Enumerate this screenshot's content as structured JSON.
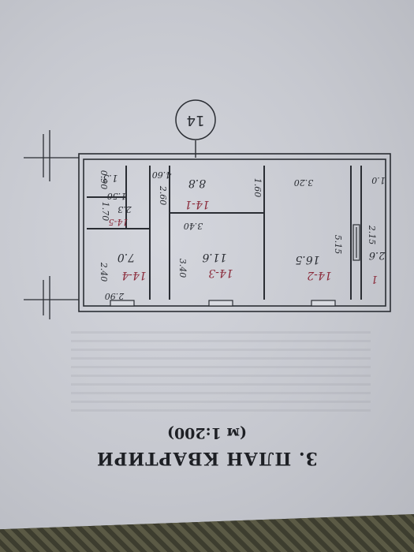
{
  "caption": {
    "title": "3. ПЛАН КВАРТИРИ",
    "scale": "(м 1:200)"
  },
  "plan": {
    "marker": "14",
    "rooms": [
      {
        "id": "14-1",
        "area": "8.8"
      },
      {
        "id": "14-2",
        "area": "16.5"
      },
      {
        "id": "14-3",
        "area": "11.6"
      },
      {
        "id": "14-4",
        "area": "7.0"
      },
      {
        "id": "14-5",
        "area": "2.3"
      },
      {
        "id": "1",
        "area": "2.6"
      }
    ],
    "small_area": "1.3",
    "dimensions": [
      "4.60",
      "3.20",
      "1.0",
      "1.60",
      "2.60",
      "3.40",
      "2.40",
      "2.90",
      "1.70",
      "1.50",
      "0.90",
      "5.15",
      "2.15"
    ]
  }
}
